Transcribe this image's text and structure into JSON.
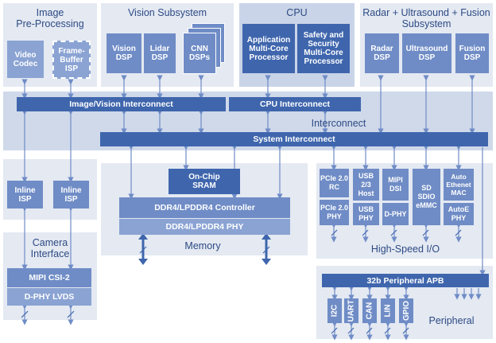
{
  "panels": {
    "image_preprocessing": "Image\nPre-Processing",
    "vision_subsystem": "Vision Subsystem",
    "cpu": "CPU",
    "radar_fusion": "Radar + Ultrasound + Fusion\nSubsystem",
    "interconnect": "Interconnect",
    "memory": "Memory",
    "high_speed_io": "High-Speed I/O",
    "camera_interface": "Camera\nInterface",
    "peripheral": "Peripheral"
  },
  "blocks": {
    "video_codec": "Video\nCodec",
    "frame_buffer_isp": "Frame-\nBuffer\nISP",
    "vision_dsp": "Vision\nDSP",
    "lidar_dsp": "Lidar\nDSP",
    "cnn_dsps": "CNN\nDSPs",
    "app_processor": "Application\nMulti-Core\nProcessor",
    "safety_processor": "Safety and\nSecurity\nMulti-Core\nProcessor",
    "radar_dsp": "Radar\nDSP",
    "ultrasound_dsp": "Ultrasound\nDSP",
    "fusion_dsp": "Fusion\nDSP",
    "inline_isp_1": "Inline\nISP",
    "inline_isp_2": "Inline\nISP",
    "onchip_sram": "On-Chip\nSRAM",
    "ddr_controller": "DDR4/LPDDR4 Controller",
    "ddr_phy": "DDR4/LPDDR4 PHY",
    "pcie_rc": "PCIe 2.0\nRC",
    "pcie_phy": "PCIe 2.0\nPHY",
    "usb_host": "USB\n2/3\nHost",
    "usb_phy": "USB\nPHY",
    "mipi_dsi": "MIPI\nDSI",
    "dphy": "D-PHY",
    "sd_sdio": "SD\nSDIO\neMMC",
    "auto_eth_mac": "Auto\nEthenet\nMAC",
    "auto_eth_phy": "AutoE\nPHY",
    "mipi_csi": "MIPI CSI-2",
    "dphy_lvds": "D-PHY LVDS",
    "i2c": "I2C",
    "uart": "UART",
    "can": "CAN",
    "lin": "LIN",
    "gpio": "GPIO"
  },
  "buses": {
    "image_vision": "Image/Vision Interconnect",
    "cpu": "CPU Interconnect",
    "system": "System Interconnect",
    "peripheral_apb": "32b Peripheral APB"
  },
  "colors": {
    "panel": "#e4e9f2",
    "block_light": "#8aa3d3",
    "block_mid": "#6f8cc6",
    "block_dark": "#3f66ad",
    "title": "#2d4a84",
    "wire": "#6f8cc6"
  }
}
